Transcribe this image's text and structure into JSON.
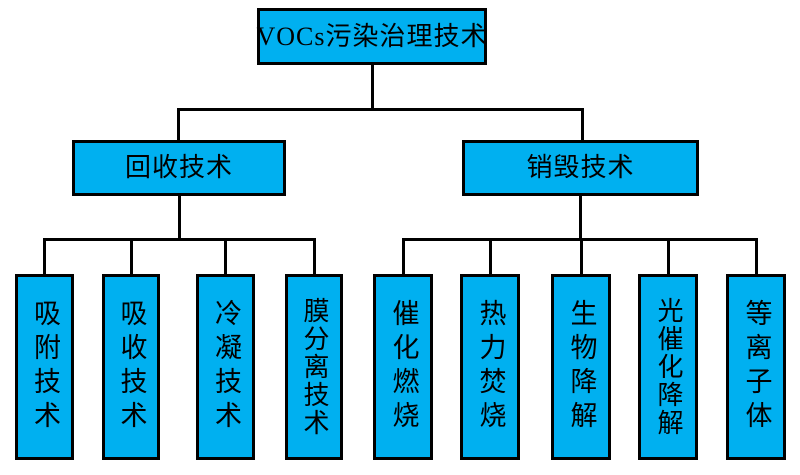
{
  "diagram": {
    "root_label": "VOCs污染治理技术",
    "branches": [
      {
        "label": "回收技术",
        "children": [
          "吸附技术",
          "吸收技术",
          "冷凝技术",
          "膜分离技术"
        ]
      },
      {
        "label": "销毁技术",
        "children": [
          "催化燃烧",
          "热力焚烧",
          "生物降解",
          "光催化降解",
          "等离子体"
        ]
      }
    ],
    "colors": {
      "box_fill": "#00b0f0",
      "box_border": "#000000",
      "line": "#000000",
      "background": "#ffffff",
      "text": "#000000"
    }
  }
}
